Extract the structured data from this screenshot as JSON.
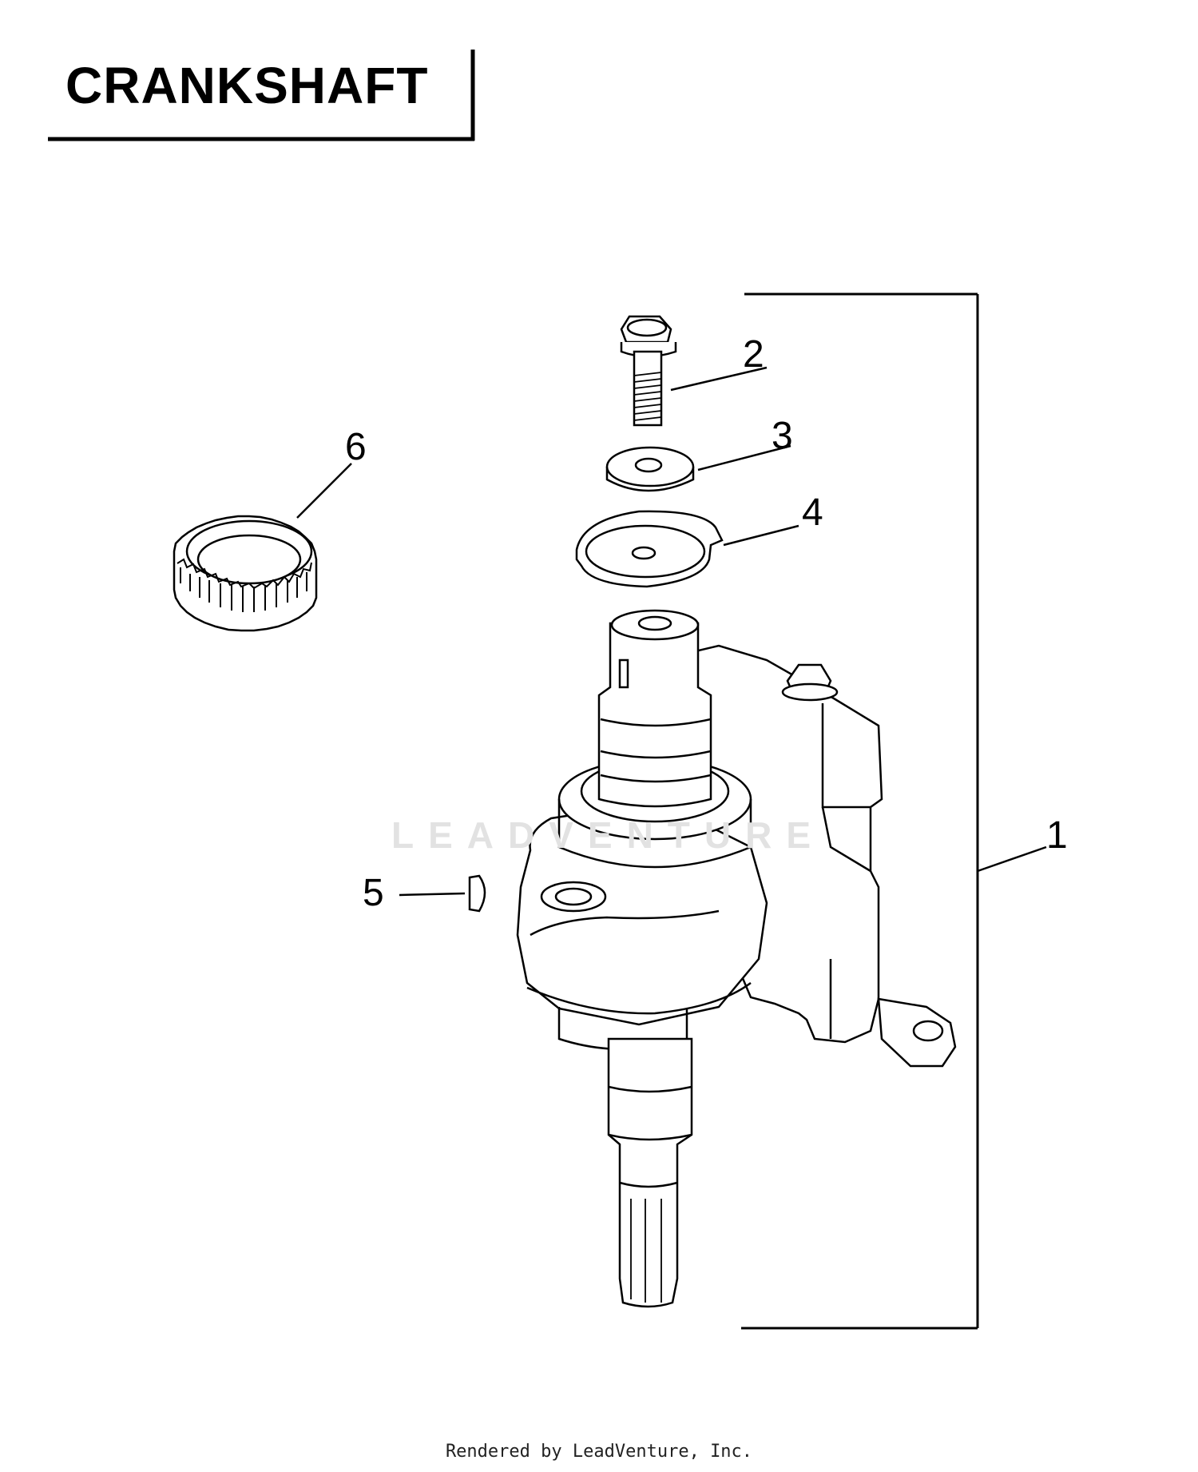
{
  "diagram": {
    "title": "CRANKSHAFT",
    "callouts": [
      {
        "id": "1",
        "label": "1"
      },
      {
        "id": "2",
        "label": "2"
      },
      {
        "id": "3",
        "label": "3"
      },
      {
        "id": "4",
        "label": "4"
      },
      {
        "id": "5",
        "label": "5"
      },
      {
        "id": "6",
        "label": "6"
      }
    ],
    "watermark": "LEADVENTURE",
    "footer": "Rendered by LeadVenture, Inc."
  }
}
